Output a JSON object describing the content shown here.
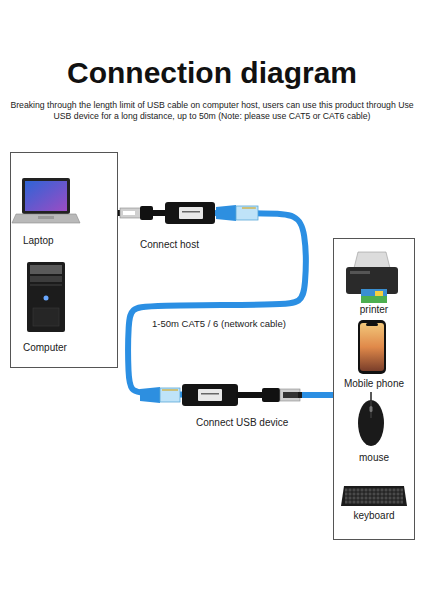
{
  "diagram": {
    "title": "Connection diagram",
    "nodes": [
      {
        "text": [
          "Laptop",
          "Computer"
        ]
      },
      {
        "text": [
          "printer",
          "Mobile phone",
          "mouse",
          "keyboard"
        ]
      }
    ],
    "edges": [
      {
        "from": 0,
        "to": 1,
        "arrow": "none",
        "label": "1-50m CAT5 / 6 (network cable)"
      }
    ],
    "labels": [
      "Breaking through the length limit of USB cable on computer host, users can use this product through Use USB device for a long distance, up to 50m (Note: please use CAT5 or CAT6 cable)",
      "Connect host",
      "Connect USB device"
    ]
  }
}
